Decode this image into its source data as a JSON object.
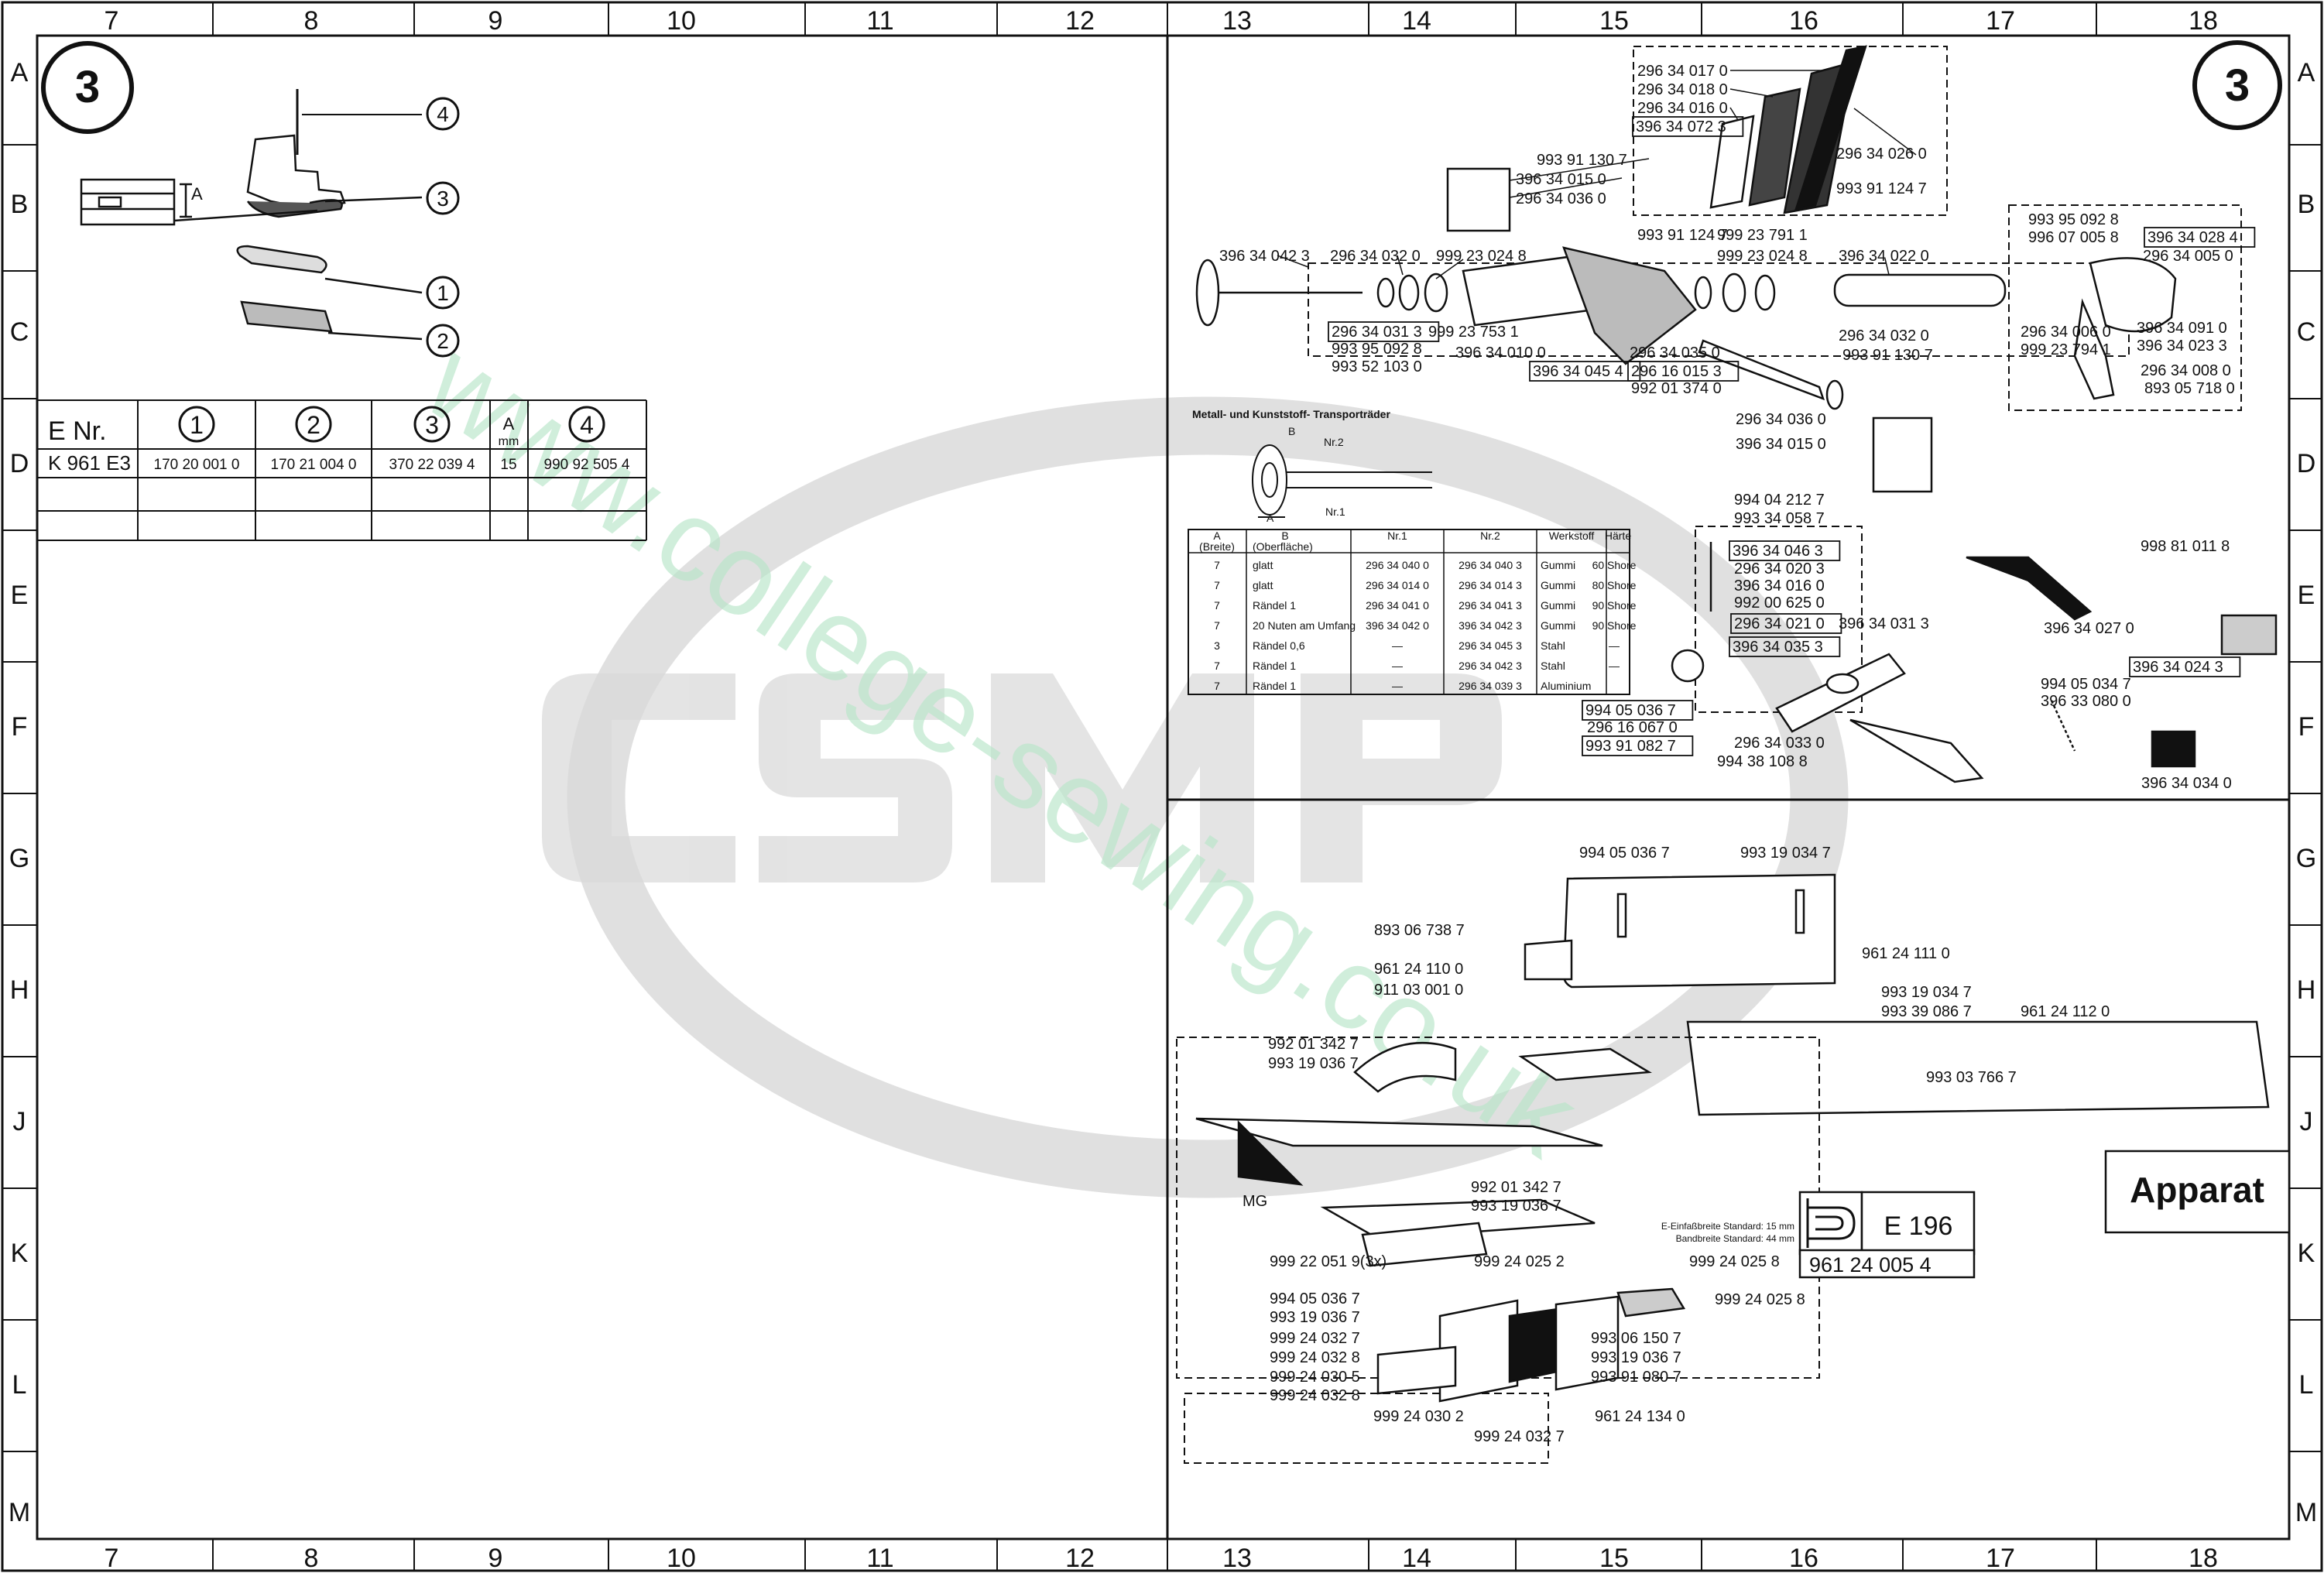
{
  "frame": {
    "top_cols": [
      "7",
      "8",
      "9",
      "10",
      "11",
      "12",
      "13",
      "14",
      "15",
      "16",
      "17",
      "18"
    ],
    "bottom_cols": [
      "7",
      "8",
      "9",
      "10",
      "11",
      "12",
      "13",
      "14",
      "15",
      "16",
      "17",
      "18"
    ],
    "rows": [
      "A",
      "B",
      "C",
      "D",
      "E",
      "F",
      "G",
      "H",
      "J",
      "K",
      "L",
      "M"
    ]
  },
  "left_panel": {
    "page_marker": "3",
    "callouts": [
      "4",
      "3",
      "1",
      "2"
    ],
    "dim_label": "A",
    "table": {
      "header": {
        "e_nr": "E Nr.",
        "c1": "1",
        "c2": "2",
        "c3": "3",
        "a_top": "A",
        "a_unit": "mm",
        "c4": "4"
      },
      "row": {
        "model": "K 961 E3",
        "v1": "170 20 001 0",
        "v2": "170 21 004 0",
        "v3": "370 22 039 4",
        "a": "15",
        "v4": "990 92 505 4"
      }
    }
  },
  "right_top": {
    "page_marker": "3",
    "parts": [
      "296 34 017 0",
      "296 34 018 0",
      "296 34 016 0",
      "396 34 072 3",
      "296 34 026 0",
      "993 91 124 7",
      "993 91 130 7",
      "396 34 015 0",
      "296 34 036 0",
      "396 34 042 3",
      "296 34 032 0",
      "999 23 024 8",
      "993 91 124 7",
      "999 23 791 1",
      "999 23 024 8",
      "396 34 022 0",
      "993 95 092 8",
      "996 07 005 8",
      "396 34 028 4",
      "296 34 005 0",
      "296 34 031 3",
      "993 95 092 8",
      "993 52 103 0",
      "999 23 753 1",
      "396 34 010 0",
      "296 34 035 0",
      "396 34 045 4",
      "296 16 015 3",
      "992 01 374 0",
      "296 34 032 0",
      "993 91 130 7",
      "296 34 006 0",
      "999 23 794 1",
      "396 34 091 0",
      "396 34 023 3",
      "296 34 008 0",
      "893 05 718 0",
      "296 34 036 0",
      "396 34 015 0"
    ],
    "wheel_title": "Metall- und Kunststoff- Transporträder",
    "wheel_labels": {
      "b": "B",
      "nr2": "Nr.2",
      "nr1": "Nr.1",
      "a": "A"
    },
    "wheel_table": {
      "headers": [
        "A",
        "B",
        "Nr.1",
        "Nr.2",
        "Werkstoff",
        "Härte"
      ],
      "subheaders": [
        "(Breite)",
        "(Oberfläche)"
      ],
      "rows": [
        [
          "7",
          "glatt",
          "296 34 040 0",
          "296 34 040 3",
          "Gummi",
          "60 Shore"
        ],
        [
          "7",
          "glatt",
          "296 34 014 0",
          "296 34 014 3",
          "Gummi",
          "80 Shore"
        ],
        [
          "7",
          "Rändel 1",
          "296 34 041 0",
          "296 34 041 3",
          "Gummi",
          "90 Shore"
        ],
        [
          "7",
          "20 Nuten am Umfang",
          "396 34 042 0",
          "396 34 042 3",
          "Gummi",
          "90 Shore"
        ],
        [
          "3",
          "Rändel 0,6",
          "—",
          "296 34 045 3",
          "Stahl",
          "—"
        ],
        [
          "7",
          "Rändel 1",
          "—",
          "296 34 042 3",
          "Stahl",
          "—"
        ],
        [
          "7",
          "Rändel 1",
          "—",
          "296 34 039 3",
          "Aluminium",
          ""
        ]
      ]
    },
    "lower_parts": [
      "994 04 212 7",
      "993 34 058 7",
      "396 34 046 3",
      "296 34 020 3",
      "396 34 016 0",
      "992 00 625 0",
      "296 34 021 0",
      "396 34 031 3",
      "396 34 035 3",
      "998 81 011 8",
      "396 34 027 0",
      "396 34 024 3",
      "994 05 036 7",
      "296 16 067 0",
      "993 91 082 7",
      "296 34 033 0",
      "994 38 108 8",
      "994 05 034 7",
      "396 33 080 0",
      "396 34 034 0"
    ]
  },
  "right_bottom": {
    "parts": [
      "994 05 036 7",
      "993 19 034 7",
      "893 06 738 7",
      "961 24 111 0",
      "961 24 110 0",
      "911 03 001 0",
      "993 19 034 7",
      "993 39 086 7",
      "961 24 112 0",
      "993 03 766 7",
      "992 01 342 7",
      "993 19 036 7",
      "992 01 342 7",
      "993 19 036 7",
      "MG",
      "999 22 051 9(3x)",
      "999 24 025 2",
      "999 24 025 8",
      "994 05 036 7",
      "993 19 036 7",
      "999 24 025 8",
      "999 24 032 7",
      "999 24 032 8",
      "999 24 030 5",
      "999 24 032 8",
      "993 06 150 7",
      "993 19 036 7",
      "993 91 080 7",
      "999 24 030 2",
      "999 24 032 7",
      "961 24 134 0"
    ],
    "title_block": {
      "model": "E 196",
      "note_line1": "E-Einfaßbreite  Standard: 15 mm",
      "note_line2": "Bandbreite       Standard: 44 mm",
      "part_no": "961 24 005 4",
      "apparat": "Apparat"
    }
  },
  "watermark": "www.college-sewing.co.uk",
  "colors": {
    "ink": "#111111",
    "watermark_green": "#b8e6c9",
    "watermark_gray": "#d6d6d6"
  }
}
